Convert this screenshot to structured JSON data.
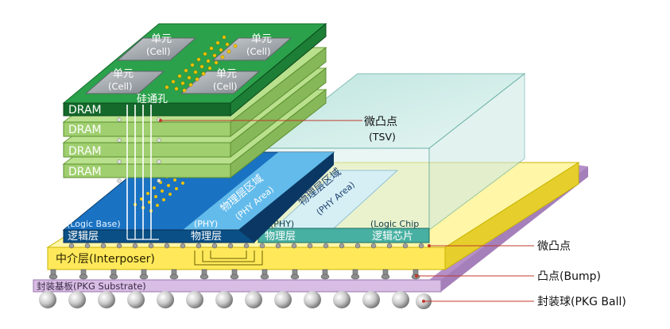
{
  "dram": {
    "layer_label": "DRAM",
    "cells": [
      {
        "title": "单元",
        "sub": "(Cell)"
      },
      {
        "title": "单元",
        "sub": "(Cell)"
      },
      {
        "title": "单元",
        "sub": "(Cell)"
      },
      {
        "title": "单元",
        "sub": "(Cell)"
      }
    ],
    "tsv_label": "硅通孔"
  },
  "logic_base": {
    "en": "(Logic Base)",
    "cn": "逻辑层",
    "phy_en": "(PHY)",
    "phy_cn": "物理层",
    "area_cn": "物理层区域",
    "area_en": "(PHY Area)"
  },
  "logic_chip": {
    "phy_en": "(PHY)",
    "phy_cn": "物理层",
    "area_cn": "物理层区域",
    "area_en": "(PHY Area)",
    "chip_en": "(Logic Chip",
    "chip_cn": "逻辑芯片"
  },
  "interposer_label": "中介层(Interposer)",
  "substrate_label": "封装基板(PKG Substrate)",
  "callouts": {
    "micro_bump_tsv_cn": "微凸点",
    "micro_bump_tsv_en": "(TSV)",
    "micro_bump": "微凸点",
    "bump": "凸点(Bump)",
    "pkg_ball": "封装球(PKG Ball)"
  },
  "colors": {
    "dram_top": "#1e8a3a",
    "dram_layer": "#9fcf6e",
    "cell": "#9aa0a6",
    "logic_base": "#0a4f86",
    "logic_base_face": "#1a72c2",
    "phy_area": "#79c6ee",
    "logic_chip": "#8fd0c6",
    "interposer": "#ffec6a",
    "substrate": "#c7a2d6",
    "bump": "#bdbdbd",
    "callout_line": "#c0392b"
  }
}
